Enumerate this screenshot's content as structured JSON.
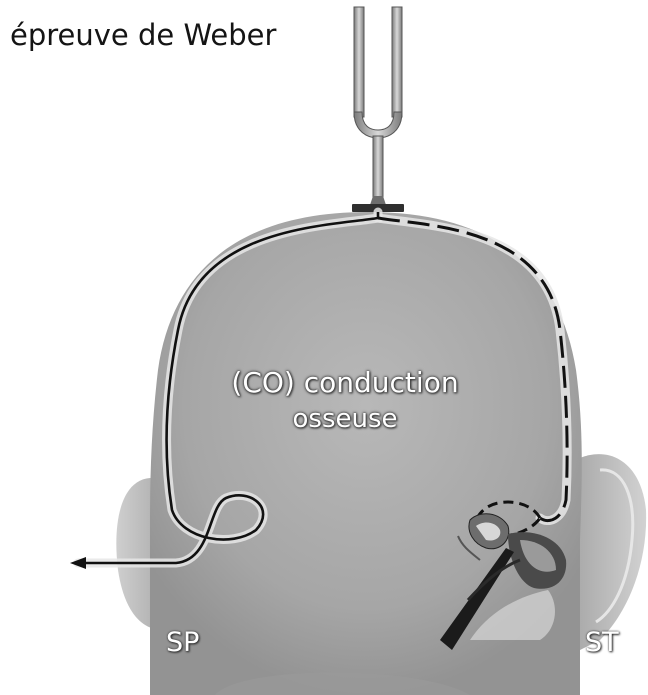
{
  "title": "épreuve de Weber",
  "conduction_label": {
    "line1": "(CO) conduction",
    "line2": "osseuse"
  },
  "ear_labels": {
    "left": "SP",
    "right": "ST"
  },
  "colors": {
    "head_fill": "#a9a9a9",
    "head_shadow": "#8e8e8e",
    "ear_fill": "#c4c4c4",
    "path_line": "#111111",
    "text": "#141414"
  }
}
